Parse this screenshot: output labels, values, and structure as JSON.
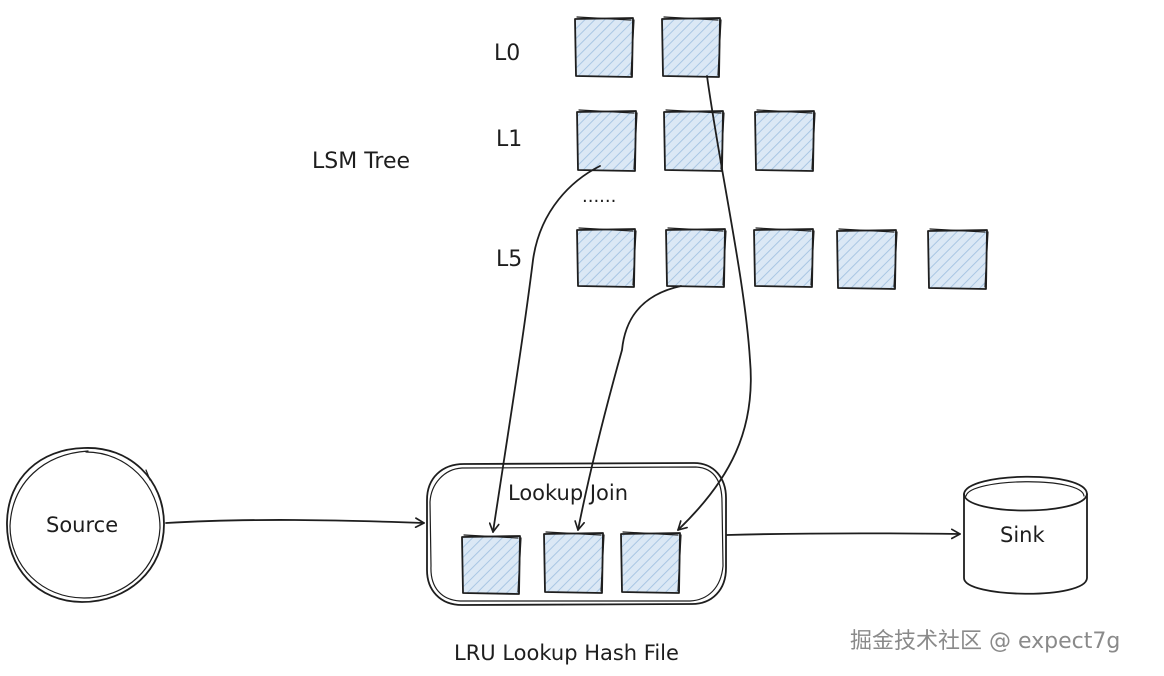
{
  "labels": {
    "level_0": "L0",
    "level_1": "L1",
    "level_dots": "......",
    "level_5": "L5",
    "lsm_tree": "LSM Tree",
    "source": "Source",
    "lookup_join": "Lookup Join",
    "sink": "Sink",
    "lru_hash_file": "LRU Lookup Hash File"
  },
  "watermark": "掘金技术社区 @ expect7g",
  "colors": {
    "stroke": "#1e1e1e",
    "block_fill": "#dbe8f5",
    "block_hatch": "#a9c6e3",
    "watermark": "#8a8a8a"
  }
}
